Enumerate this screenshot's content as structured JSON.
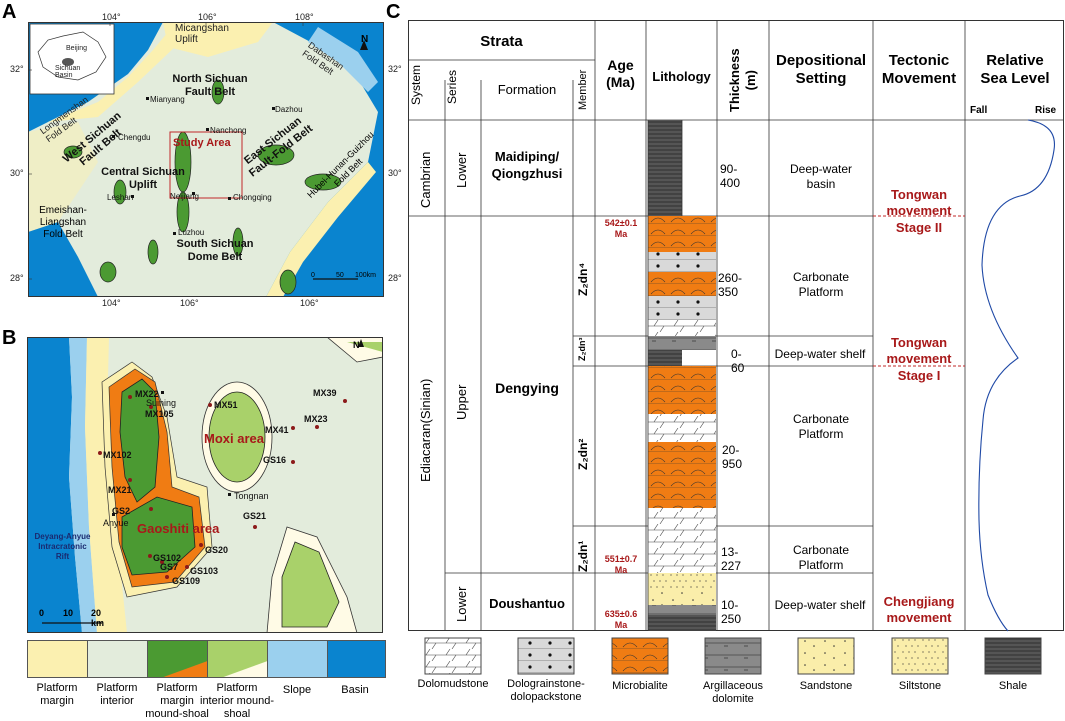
{
  "panels": {
    "a": "A",
    "b": "B",
    "c": "C"
  },
  "map_a": {
    "lon_top": [
      "104°",
      "106°",
      "108°"
    ],
    "lon_bottom": [
      "104°",
      "106°",
      "106°"
    ],
    "lat_left": [
      "32°",
      "30°",
      "28°"
    ],
    "lat_right": [
      "32°",
      "30°",
      "28°"
    ],
    "inset": {
      "beijing": "Beijing",
      "basin": "Sichuan Basin"
    },
    "regions": {
      "micangshan": "Micangshan Uplift",
      "dabashan": "Dabashan Fold Belt",
      "north_sichuan": [
        "North Sichuan",
        "Fault Belt"
      ],
      "longmenshan": "Longmenshan Fold Belt",
      "west_sichuan": [
        "West Sichuan",
        "Fault Belt"
      ],
      "central_sichuan": [
        "Central Sichuan",
        "Uplift"
      ],
      "east_sichuan": [
        "East Sichuan",
        "Fault-Fold Belt"
      ],
      "hubei": [
        "Hubei-Hunan-Guizhou",
        "Fold Belt"
      ],
      "emeishan": [
        "Emeishan-",
        "Liangshan",
        "Fold Belt"
      ],
      "south_sichuan": [
        "South Sichuan",
        "Dome Belt"
      ],
      "study_area": "Study Area"
    },
    "cities": [
      "Mianyang",
      "Dazhou",
      "Chengdu",
      "Nanchong",
      "Leshan",
      "Neijiang",
      "Chongqing",
      "Luzhou"
    ],
    "scale": [
      "0",
      "50",
      "100km"
    ],
    "north": "N"
  },
  "map_b": {
    "wells": [
      "MX22",
      "MX105",
      "MX51",
      "MX39",
      "MX23",
      "MX41",
      "GS16",
      "MX102",
      "MX21",
      "GS2",
      "GS21",
      "GS102",
      "GS7",
      "GS20",
      "GS103",
      "GS109"
    ],
    "towns": [
      "Suining",
      "Tongnan",
      "Anyue"
    ],
    "areas": {
      "moxi": "Moxi area",
      "gaoshiti": "Gaoshiti area"
    },
    "rift": [
      "Deyang-Anyue",
      "Intracratonic",
      "Rift"
    ],
    "scale": [
      "0",
      "10",
      "20 km"
    ],
    "north": "N"
  },
  "legend_b": [
    {
      "label": [
        "Platform",
        "margin"
      ],
      "color": "#fbf0b0"
    },
    {
      "label": [
        "Platform",
        "interior"
      ],
      "color": "#e3ecdc"
    },
    {
      "label": [
        "Platform",
        "margin",
        "mound-shoal"
      ],
      "color": "#4b9a32"
    },
    {
      "label": [
        "Platform",
        "interior mound-shoal"
      ],
      "color": "#a9d16a"
    },
    {
      "label": [
        "Slope"
      ],
      "color": "#9bd0ee"
    },
    {
      "label": [
        "Basin"
      ],
      "color": "#0a84cf"
    }
  ],
  "column": {
    "headers": {
      "strata": "Strata",
      "system": "System",
      "series": "Series",
      "formation": "Formation",
      "member": "Member",
      "age": [
        "Age",
        "(Ma)"
      ],
      "lithology": "Lithology",
      "thickness": [
        "Thickness",
        "(m)"
      ],
      "depositional": [
        "Depositional",
        "Setting"
      ],
      "tectonic": [
        "Tectonic",
        "Movement"
      ],
      "sea_level": [
        "Relative",
        "Sea Level"
      ],
      "fall": "Fall",
      "rise": "Rise"
    },
    "systems": {
      "cambrian": "Cambrian",
      "ediacaran": "Ediacaran(Sinian)"
    },
    "series": {
      "lower": "Lower",
      "upper": "Upper",
      "lower2": "Lower"
    },
    "formations": {
      "maidiping": [
        "Maidiping/",
        "Qiongzhusi"
      ],
      "dengying": "Dengying",
      "doushantuo": "Doushantuo"
    },
    "members": {
      "dn4": "Z₂dn⁴",
      "dn3": "Z₂dn³",
      "dn2": "Z₂dn²",
      "dn1": "Z₂dn¹"
    },
    "ages": [
      [
        "542±0.1",
        "Ma"
      ],
      [
        "551±0.7",
        "Ma"
      ],
      [
        "635±0.6",
        "Ma"
      ]
    ],
    "thickness": [
      "90-400",
      "260-350",
      "0-60",
      "20-950",
      "13-227",
      "10-250"
    ],
    "settings": {
      "deep_basin": [
        "Deep-water",
        "basin"
      ],
      "carb1": [
        "Carbonate",
        "Platform"
      ],
      "shelf1": "Deep-water shelf",
      "carb2": [
        "Carbonate",
        "Platform"
      ],
      "carb3": [
        "Carbonate",
        "Platform"
      ],
      "shelf2": "Deep-water shelf"
    },
    "tectonic": {
      "tongwan1": [
        "Tongwan",
        "movement"
      ],
      "stage2": "Stage II",
      "tongwan2": [
        "Tongwan",
        "movement"
      ],
      "stage1": "Stage I",
      "chengjiang": [
        "Chengjiang",
        "movement"
      ]
    }
  },
  "legend_c": [
    {
      "label": [
        "Dolomudstone"
      ]
    },
    {
      "label": [
        "Dolograinstone-",
        "dolopackstone"
      ]
    },
    {
      "label": [
        "Microbialite"
      ]
    },
    {
      "label": [
        "Argillaceous",
        "dolomite"
      ]
    },
    {
      "label": [
        "Sandstone"
      ]
    },
    {
      "label": [
        "Siltstone"
      ]
    },
    {
      "label": [
        "Shale"
      ]
    }
  ],
  "colors": {
    "basin": "#0a84cf",
    "slope": "#9bd0ee",
    "margin": "#fbf0b0",
    "interior": "#e3ecdc",
    "mound": "#4b9a32",
    "interior_mound": "#a9d16a",
    "orange": "#f07c13",
    "red_text": "#a8191a"
  }
}
